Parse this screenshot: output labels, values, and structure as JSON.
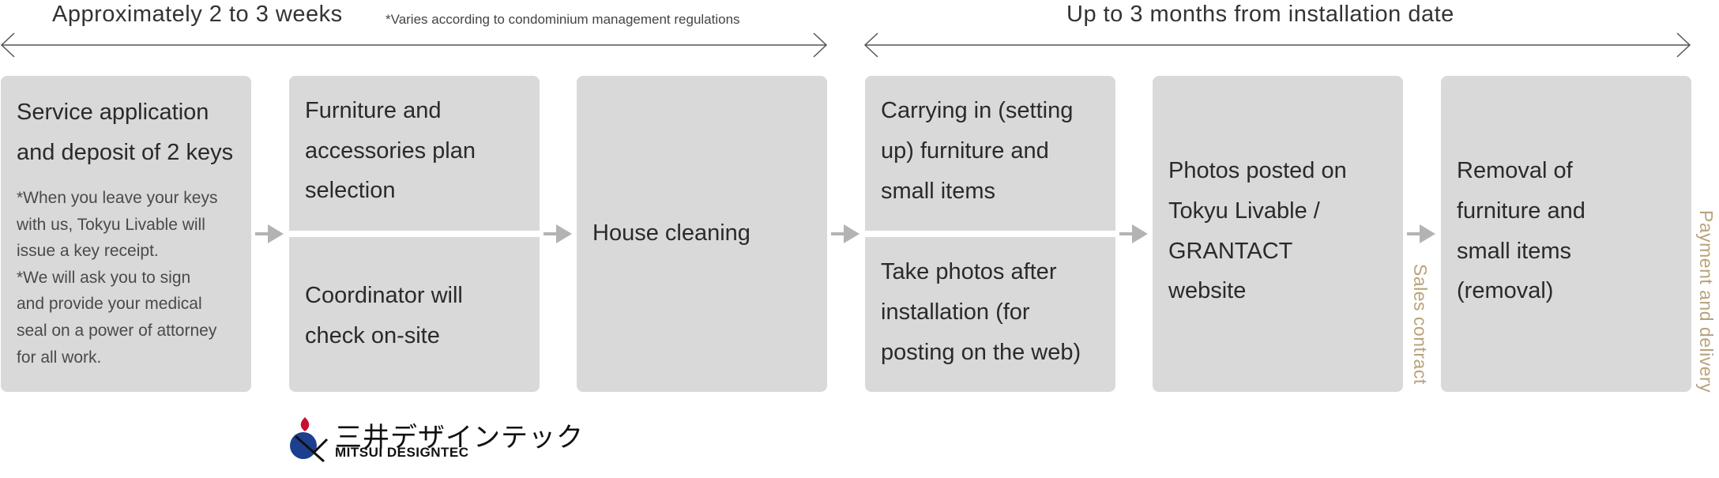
{
  "timeline": {
    "phase1_label": "Approximately 2 to 3 weeks",
    "phase1_note": "*Varies according to condominium management regulations",
    "phase2_label": "Up to 3 months from installation date"
  },
  "steps": {
    "step1": {
      "title_line1": "Service application",
      "title_line2": "and deposit of 2 keys",
      "notes": [
        "*When you leave your keys",
        "with us, Tokyu Livable will",
        "issue a key receipt.",
        "*We will ask you to sign",
        "and provide your medical",
        "seal on a power of attorney",
        "for all work."
      ]
    },
    "step2": {
      "top": [
        "Furniture and",
        "accessories plan",
        "selection"
      ],
      "bottom": [
        "Coordinator will",
        "check on-site"
      ]
    },
    "step3": {
      "title": "House cleaning"
    },
    "step4": {
      "top": [
        "Carrying in (setting",
        "up) furniture and",
        "small items"
      ],
      "bottom": [
        "Take photos after",
        "installation (for",
        "posting on the web)"
      ]
    },
    "step5": {
      "lines": [
        "Photos posted on",
        "Tokyu Livable /",
        "GRANTACT",
        "website"
      ]
    },
    "step6": {
      "lines": [
        "Removal of",
        "furniture and",
        "small items",
        "(removal)"
      ]
    }
  },
  "side_labels": {
    "sales_contract": "Sales contract",
    "payment_delivery": "Payment and delivery"
  },
  "logo": {
    "japanese": "三井デザインテック",
    "english": "MITSUI DESIGNTEC"
  },
  "colors": {
    "box": "#d9d9d9",
    "arrow": "#b3b3b3",
    "side_label": "#b9a27a",
    "logo_red": "#c8102e",
    "logo_blue": "#1d3f8f"
  }
}
